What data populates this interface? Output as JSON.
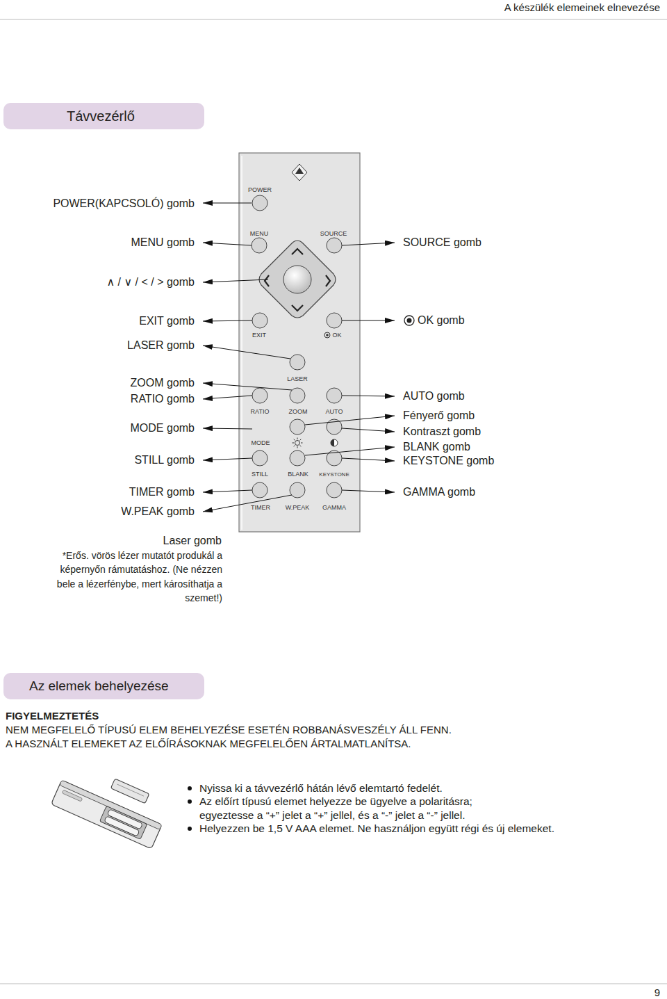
{
  "diagram": {
    "nodes": [
      {
        "text": [
          "Távvezérlő"
        ]
      },
      {
        "text": [
          "Az elemek behelyezése"
        ]
      }
    ],
    "labels": [
      "A készülék elemeinek elnevezése",
      "POWER(KAPCSOLÓ) gomb",
      "MENU gomb",
      "∧ / ∨ / < / > gomb",
      "EXIT gomb",
      "LASER gomb",
      "ZOOM gomb",
      "RATIO gomb",
      "MODE gomb",
      "STILL gomb",
      "TIMER gomb",
      "W.PEAK gomb",
      "SOURCE gomb",
      "OK gomb",
      "AUTO gomb",
      "Fényerő gomb",
      "Kontraszt gomb",
      "BLANK gomb",
      "KEYSTONE gomb",
      "GAMMA gomb",
      "POWER",
      "MENU",
      "SOURCE",
      "EXIT",
      "OK",
      "LASER",
      "RATIO",
      "ZOOM",
      "AUTO",
      "MODE",
      "STILL",
      "BLANK",
      "KEYSTONE",
      "TIMER",
      "W.PEAK",
      "GAMMA",
      "Laser gomb",
      "*Erős. vörös lézer mutatót produkál a képernyőn rámutatáshoz. (Ne nézzen bele a lézerfénybe, mert károsíthatja a szemet!)",
      "FIGYELMEZTETÉS",
      "NEM MEGFELELŐ TÍPUSÚ ELEM BEHELYEZÉSE ESETÉN ROBBANÁSVESZÉLY ÁLL FENN.",
      "A HASZNÁLT ELEMEKET AZ ELŐÍRÁSOKNAK MEGFELELŐEN ÁRTALMATLANÍTSA.",
      "Nyissa ki a távvezérlő hátán lévő elemtartó fedelét.",
      "Az előírt típusú elemet helyezze be ügyelve a polaritásra; egyeztesse a “+” jelet a “+” jellel, és a “-” jelet a “-” jellel.",
      "Helyezzen be 1,5 V AAA elemet. Ne használjon együtt régi és új elemeket.",
      "9"
    ]
  }
}
